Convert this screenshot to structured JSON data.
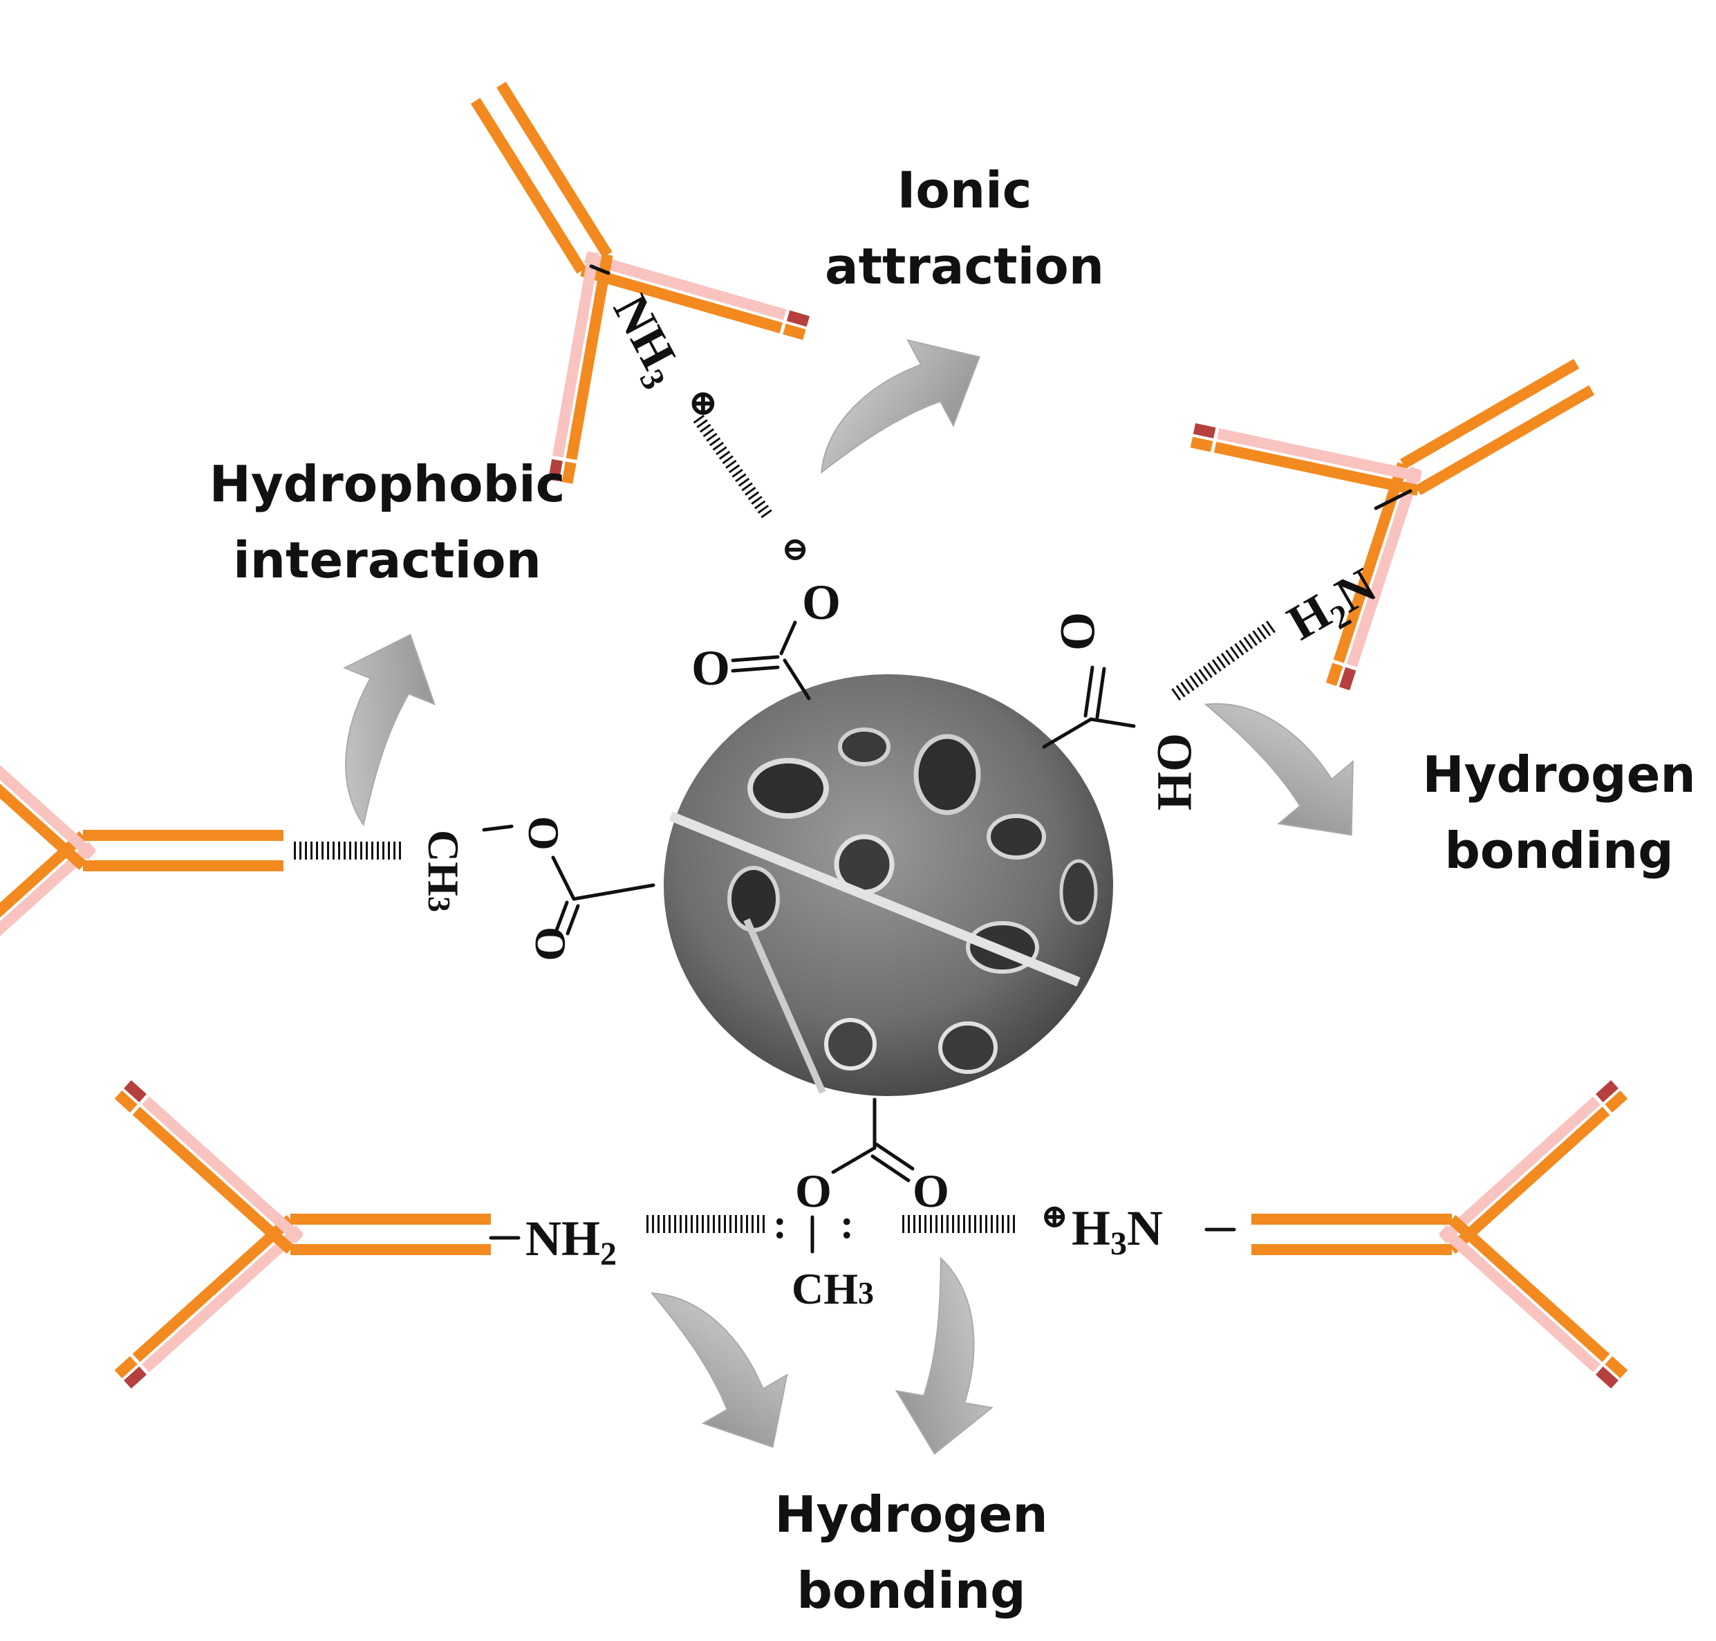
{
  "labels": {
    "ionic_line1": "Ionic",
    "ionic_line2": "attraction",
    "hydrophobic_line1": "Hydrophobic",
    "hydrophobic_line2": "interaction",
    "hbond_right_line1": "Hydrogen",
    "hbond_right_line2": "bonding",
    "hbond_bottom_line1": "Hydrogen",
    "hbond_bottom_line2": "bonding"
  },
  "chemistry": {
    "nh3_plus_top": {
      "main": "NH",
      "sub": "3",
      "charge": "⊕"
    },
    "carboxylate_top": {
      "o_minus": "O",
      "o_double": "O",
      "charge": "⊖"
    },
    "h2n_right": {
      "pre": "H",
      "sub": "2",
      "post": "N"
    },
    "carboxyl_right": {
      "o_double": "O",
      "oh": "OH"
    },
    "ester_left": {
      "o_single": "O",
      "ch3": "CH",
      "ch3_sub": "3",
      "o_double": "O"
    },
    "nh2_bottom": {
      "main": "NH",
      "sub": "2"
    },
    "ester_bottom": {
      "o_single": "O",
      "o_double": "O",
      "ch3": "CH",
      "ch3_sub": "3",
      "lone_pair": ":"
    },
    "h3n_bottom": {
      "charge": "⊕",
      "pre": "H",
      "sub": "3",
      "post": "N"
    }
  },
  "colors": {
    "antibody_orange": "#f28a1f",
    "antibody_light": "#f9c3c0",
    "antibody_tip": "#b5403d",
    "arrow_gray": "#9a9a9a",
    "text": "#111111"
  }
}
